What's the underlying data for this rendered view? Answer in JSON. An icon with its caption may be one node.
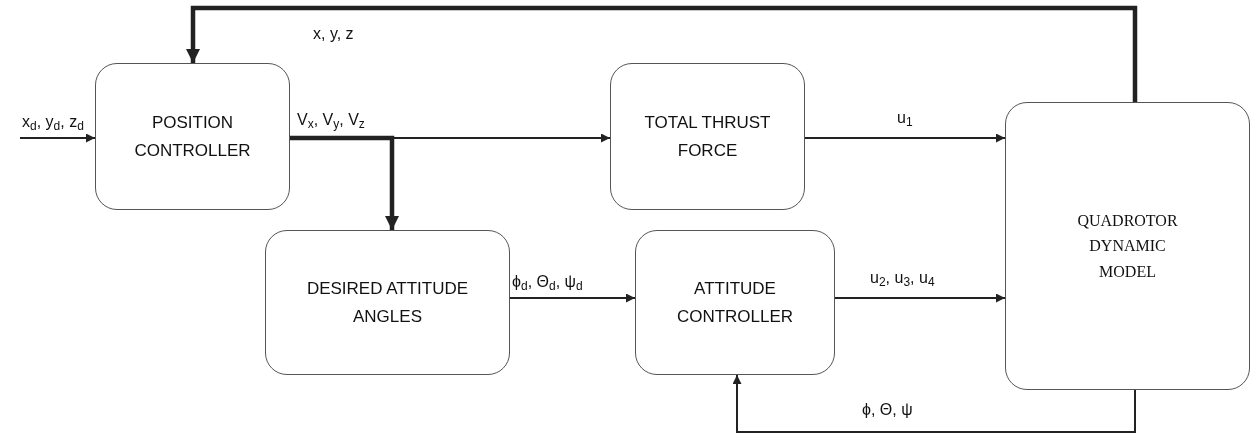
{
  "diagram": {
    "nodes": [
      {
        "text": [
          "POSITION CONTROLLER"
        ]
      },
      {
        "text": [
          "TOTAL THRUST FORCE"
        ]
      },
      {
        "text": [
          "DESIRED ATTITUDE ANGLES"
        ]
      },
      {
        "text": [
          "ATTITUDE CONTROLLER"
        ]
      },
      {
        "text": [
          "QUADROTOR DYNAMIC MODEL"
        ]
      }
    ],
    "edges": [
      {
        "from": null,
        "to": 0,
        "arrow": "to",
        "label": "x$_{d}$, y$_{d}$, z$_{d}$"
      },
      {
        "from": 0,
        "to": 1,
        "arrow": "to",
        "label": "V$_{x}$, V$_{y}$, V$_{z}$"
      },
      {
        "from": 0,
        "to": 2,
        "arrow": "to",
        "style": "thick"
      },
      {
        "from": 1,
        "to": 4,
        "arrow": "to",
        "label": "u$_{1}$"
      },
      {
        "from": 2,
        "to": 3,
        "arrow": "to",
        "label": "ϕ$_{d}$, Θ$_{d}$, ψ$_{d}$"
      },
      {
        "from": 3,
        "to": 4,
        "arrow": "to",
        "label": "u$_{2}$, u$_{3}$, u$_{4}$"
      },
      {
        "from": 4,
        "to": 3,
        "arrow": "to",
        "label": "ϕ, Θ, ψ"
      },
      {
        "from": 4,
        "to": 0,
        "arrow": "to",
        "label": "x, y, z",
        "style": "thick"
      }
    ]
  }
}
